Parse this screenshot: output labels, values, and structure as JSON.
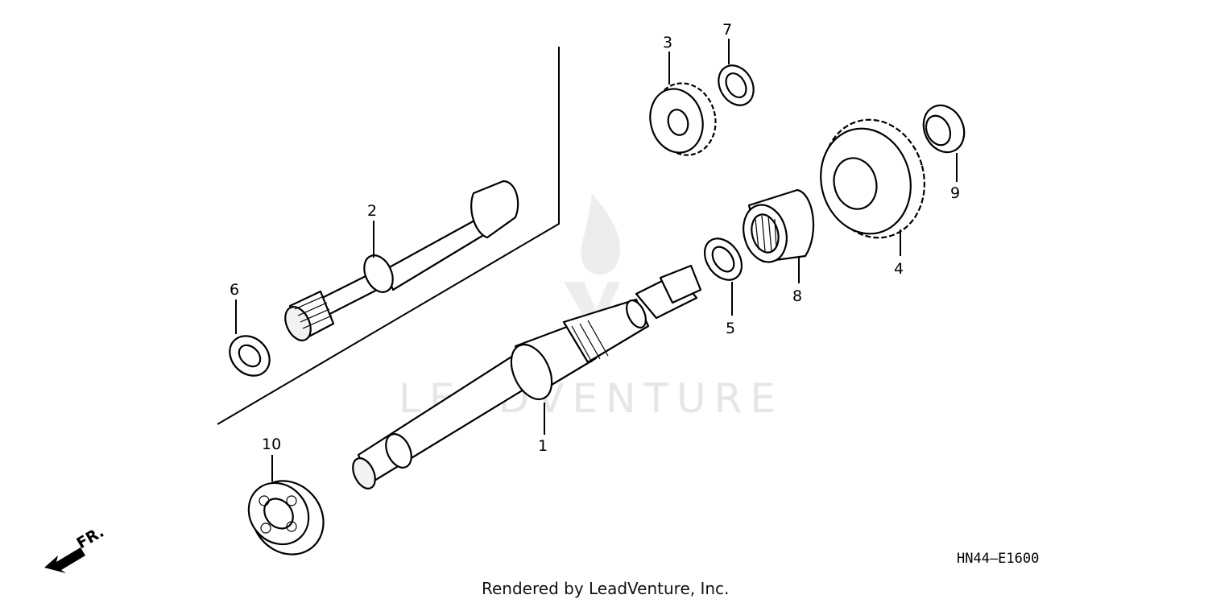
{
  "diagram": {
    "watermark": "LEADVENTURE",
    "diagram_code": "HN44—E1600",
    "credit": "Rendered by LeadVenture, Inc.",
    "direction_label": "FR.",
    "callouts": [
      "1",
      "2",
      "3",
      "4",
      "5",
      "6",
      "7",
      "8",
      "9",
      "10"
    ],
    "parts": [
      {
        "ref": "1",
        "shape": "shaft"
      },
      {
        "ref": "2",
        "shape": "shaft"
      },
      {
        "ref": "3",
        "shape": "gear"
      },
      {
        "ref": "4",
        "shape": "gear"
      },
      {
        "ref": "5",
        "shape": "washer"
      },
      {
        "ref": "6",
        "shape": "washer"
      },
      {
        "ref": "7",
        "shape": "washer"
      },
      {
        "ref": "8",
        "shape": "needle-bearing"
      },
      {
        "ref": "9",
        "shape": "seal"
      },
      {
        "ref": "10",
        "shape": "ball-bearing"
      }
    ]
  }
}
